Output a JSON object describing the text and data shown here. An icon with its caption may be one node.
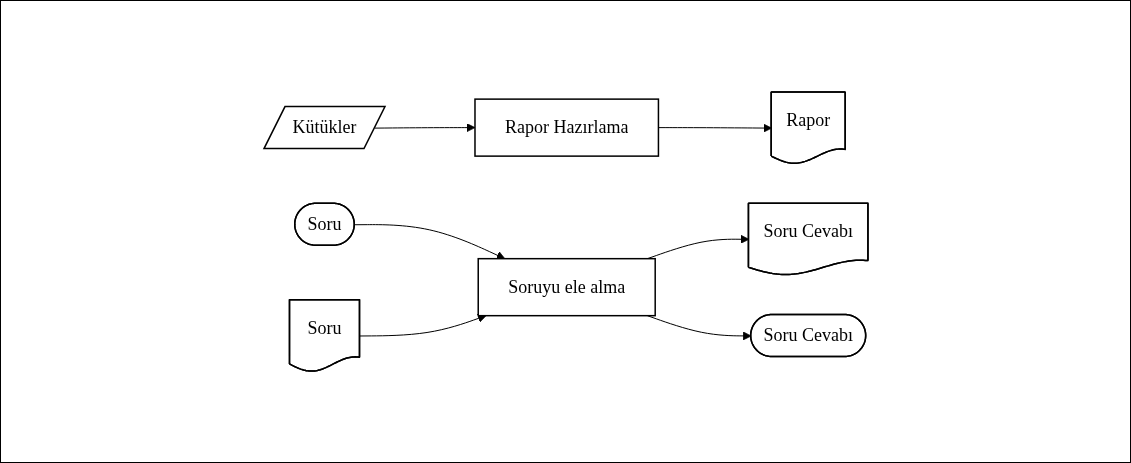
{
  "diagram": {
    "nodes": [
      {
        "text": [
          "Kütükler"
        ]
      },
      {
        "text": [
          "Rapor Hazırlama"
        ]
      },
      {
        "text": [
          "Rapor"
        ]
      },
      {
        "text": [
          "Soru"
        ]
      },
      {
        "text": [
          "Soruyu ele alma"
        ]
      },
      {
        "text": [
          "Soru Cevabı"
        ]
      },
      {
        "text": [
          "Soru"
        ]
      },
      {
        "text": [
          "Soru Cevabı"
        ]
      }
    ],
    "edges": [
      {
        "from": 0,
        "to": 1,
        "arrow": "to"
      },
      {
        "from": 1,
        "to": 2,
        "arrow": "to"
      },
      {
        "from": 3,
        "to": 4,
        "arrow": "to"
      },
      {
        "from": 4,
        "to": 5,
        "arrow": "to"
      },
      {
        "from": 6,
        "to": 4,
        "arrow": "to"
      },
      {
        "from": 4,
        "to": 7,
        "arrow": "to"
      }
    ]
  }
}
